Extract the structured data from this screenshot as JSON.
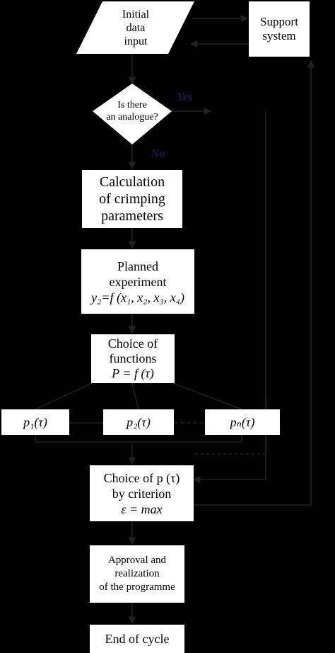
{
  "nodes": {
    "input": {
      "lines": [
        "Initial",
        "data",
        "input"
      ]
    },
    "support": {
      "lines": [
        "Support",
        "system"
      ]
    },
    "decision": {
      "line1": "Is there",
      "line2": "an analogue?"
    },
    "calc": {
      "lines": [
        "Calculation",
        "of crimping",
        "parameters"
      ]
    },
    "planned": {
      "line1": "Planned",
      "line2": "experiment",
      "formula": "y₂=f (x₁, x₂, x₃, x₄)"
    },
    "choice_functions": {
      "line1": "Choice of",
      "line2": "functions",
      "formula": "P = f (τ)"
    },
    "p1": {
      "text": "p₁(τ)"
    },
    "p2": {
      "text": "p₂(τ)"
    },
    "pn": {
      "text": "pₙ(τ)"
    },
    "choice_p": {
      "line1": "Choice of p (τ)",
      "line2": "by criterion",
      "line3": "ε = max"
    },
    "approval": {
      "lines": [
        "Approval and",
        "realization",
        "of the programme"
      ]
    },
    "end": {
      "text": "End of cycle"
    }
  },
  "edge_labels": {
    "yes": "Yes",
    "no": "No"
  }
}
